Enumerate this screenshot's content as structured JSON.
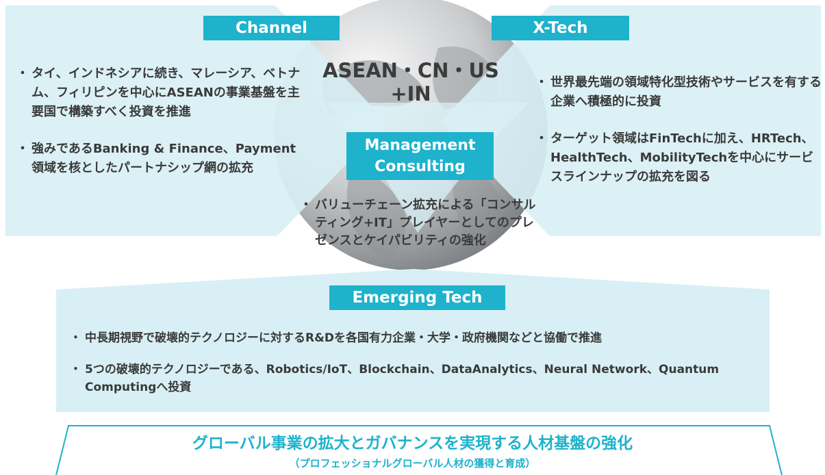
{
  "colors": {
    "accent": "#1eb2cc",
    "panel": "#d8f0f5",
    "text": "#3a3a3a"
  },
  "center": {
    "title_line1": "ASEAN・CN・US",
    "title_line2": "+IN"
  },
  "channel": {
    "label": "Channel",
    "bullets": [
      "タイ、インドネシアに続き、マレーシア、ベトナム、フィリピンを中心にASEANの事業基盤を主要国で構築すべく投資を推進",
      "強みであるBanking & Finance、Payment領域を核としたパートナシップ網の拡充"
    ]
  },
  "xtech": {
    "label": "X-Tech",
    "bullets": [
      "世界最先端の領域特化型技術やサービスを有する企業へ積極的に投資",
      "ターゲット領域はFinTechに加え、HRTech、HealthTech、MobilityTechを中心にサービスラインナップの拡充を図る"
    ]
  },
  "management": {
    "label_line1": "Management",
    "label_line2": "Consulting",
    "bullet": "バリューチェーン拡充による「コンサルティング+IT」プレイヤーとしてのプレゼンスとケイパビリティの強化"
  },
  "emerging": {
    "label": "Emerging Tech",
    "bullets": [
      "中長期視野で破壊的テクノロジーに対するR&Dを各国有力企業・大学・政府機関などと協働で推進",
      "5つの破壊的テクノロジーである、Robotics/IoT、Blockchain、DataAnalytics、Neural Network、Quantum Computingへ投資"
    ]
  },
  "bottom": {
    "title": "グローバル事業の拡大とガバナンスを実現する人材基盤の強化",
    "subtitle": "（プロフェッショナルグローバル人材の獲得と育成）"
  }
}
